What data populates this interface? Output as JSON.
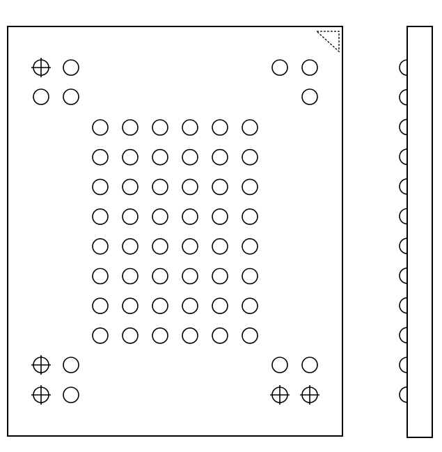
{
  "diagram": {
    "bottom_view": {
      "ball_array": {
        "columns": 6,
        "rows": 8
      },
      "corner_groups": [
        {
          "corner": "top-left",
          "balls": [
            [
              "crosshair",
              "plain"
            ],
            [
              "plain",
              "plain"
            ]
          ]
        },
        {
          "corner": "top-right",
          "balls": [
            [
              "plain",
              "plain"
            ],
            [
              null,
              "plain"
            ]
          ]
        },
        {
          "corner": "bottom-left",
          "balls": [
            [
              "crosshair",
              "plain"
            ],
            [
              "crosshair",
              "plain"
            ]
          ]
        },
        {
          "corner": "bottom-right",
          "balls": [
            [
              "plain",
              "plain"
            ],
            [
              "crosshair",
              "crosshair"
            ]
          ]
        }
      ],
      "pin1_indicator": "dashed-triangle-top-right"
    },
    "side_view": {
      "ball_count": 12,
      "ball_side": "left"
    },
    "colors": {
      "stroke": "#000000",
      "background": "#ffffff"
    }
  }
}
